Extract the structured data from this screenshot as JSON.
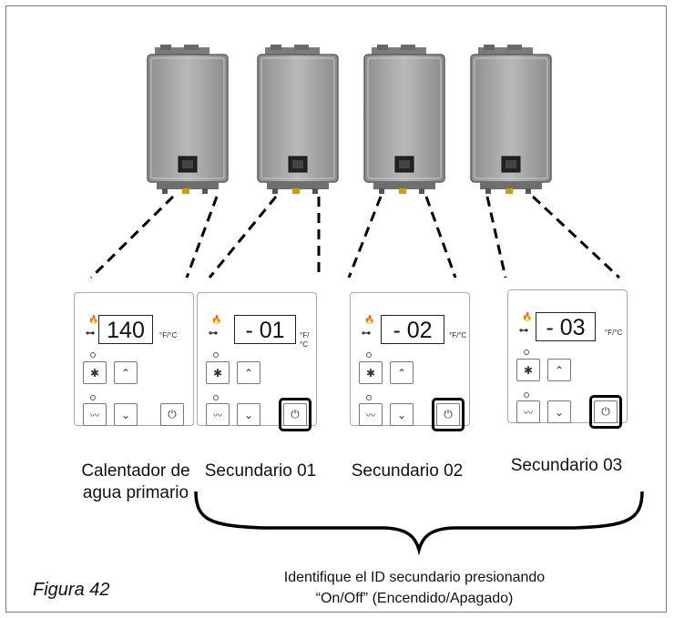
{
  "figure_label": "Figura 42",
  "instruction": {
    "line1": "Identifique el ID secundario presionando",
    "line2": "“On/Off” (Encendido/Apagado)"
  },
  "unit_label": "°F/°C",
  "icons": {
    "flame": "flame-icon",
    "key": "key-icon",
    "bluetooth": "bluetooth-icon",
    "up": "chevron-up-icon",
    "down": "chevron-down-icon",
    "recirc": "recirculation-icon",
    "power": "power-icon"
  },
  "panels": [
    {
      "display": "140",
      "label_line1": "Calentador de",
      "label_line2": "agua primario",
      "power_highlighted": false
    },
    {
      "display": "- 01",
      "label_line1": "Secundario 01",
      "label_line2": "",
      "power_highlighted": true
    },
    {
      "display": "- 02",
      "label_line1": "Secundario 02",
      "label_line2": "",
      "power_highlighted": true
    },
    {
      "display": "- 03",
      "label_line1": "Secundario 03",
      "label_line2": "",
      "power_highlighted": true
    }
  ]
}
